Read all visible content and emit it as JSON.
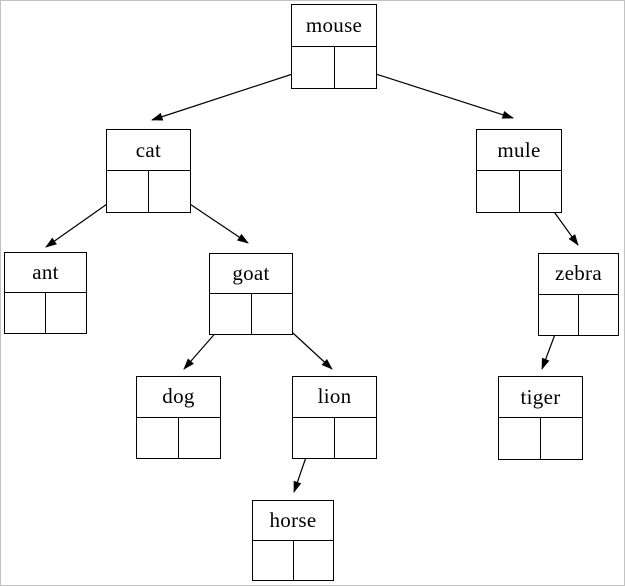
{
  "diagram": {
    "type": "binary-tree",
    "colors": {
      "line": "#000000",
      "background": "#ffffff",
      "frame_border": "#c3c3c3"
    },
    "nodes": [
      {
        "id": "mouse",
        "label": "mouse"
      },
      {
        "id": "cat",
        "label": "cat"
      },
      {
        "id": "mule",
        "label": "mule"
      },
      {
        "id": "ant",
        "label": "ant"
      },
      {
        "id": "goat",
        "label": "goat"
      },
      {
        "id": "zebra",
        "label": "zebra"
      },
      {
        "id": "dog",
        "label": "dog"
      },
      {
        "id": "lion",
        "label": "lion"
      },
      {
        "id": "tiger",
        "label": "tiger"
      },
      {
        "id": "horse",
        "label": "horse"
      }
    ],
    "edges": [
      {
        "from": "mouse",
        "pointer": "left",
        "to": "cat"
      },
      {
        "from": "mouse",
        "pointer": "right",
        "to": "mule"
      },
      {
        "from": "cat",
        "pointer": "left",
        "to": "ant"
      },
      {
        "from": "cat",
        "pointer": "right",
        "to": "goat"
      },
      {
        "from": "goat",
        "pointer": "left",
        "to": "dog"
      },
      {
        "from": "goat",
        "pointer": "right",
        "to": "lion"
      },
      {
        "from": "lion",
        "pointer": "left",
        "to": "horse"
      },
      {
        "from": "mule",
        "pointer": "right",
        "to": "zebra"
      },
      {
        "from": "zebra",
        "pointer": "left",
        "to": "tiger"
      }
    ]
  }
}
